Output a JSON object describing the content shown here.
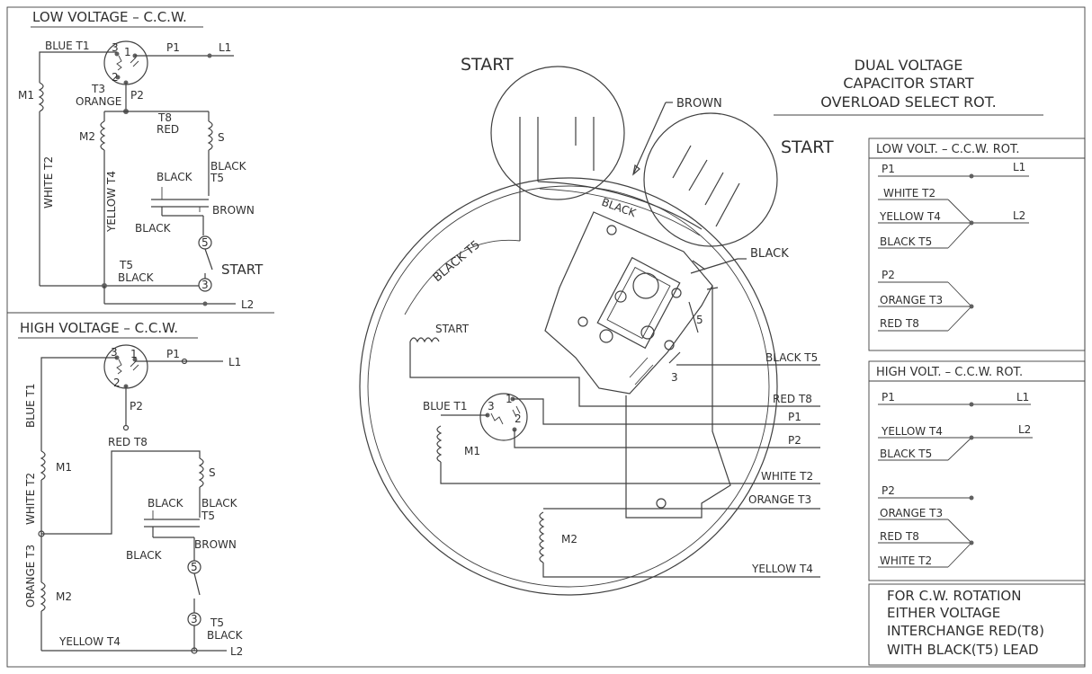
{
  "low_voltage": {
    "title": "LOW VOLTAGE – C.C.W.",
    "labels": {
      "blue_t1": "BLUE T1",
      "p1": "P1",
      "l1": "L1",
      "t3": "T3",
      "orange": "ORANGE",
      "p2": "P2",
      "m1": "M1",
      "m2": "M2",
      "t8": "T8",
      "red": "RED",
      "s": "S",
      "white_t2": "WHITE T2",
      "yellow_t4": "YELLOW T4",
      "black_top": "BLACK",
      "black_t5_a": "BLACK",
      "black_t5_b": "T5",
      "brown": "BROWN",
      "black_lead": "BLACK",
      "start": "START",
      "t5": "T5",
      "black_bottom": "BLACK",
      "l2": "L2",
      "n1": "1",
      "n2": "2",
      "n3": "3",
      "n5": "5",
      "n3b": "3"
    }
  },
  "high_voltage": {
    "title": "HIGH VOLTAGE – C.C.W.",
    "labels": {
      "p1": "P1",
      "l1": "L1",
      "blue_t1": "BLUE T1",
      "p2": "P2",
      "red_t8": "RED T8",
      "m1": "M1",
      "s": "S",
      "white_t2": "WHITE T2",
      "black_top": "BLACK",
      "black_r1": "BLACK",
      "black_r2": "T5",
      "brown": "BROWN",
      "orange_t3": "ORANGE T3",
      "black_lead": "BLACK",
      "m2": "M2",
      "t5": "T5",
      "black_bottom": "BLACK",
      "yellow_t4": "YELLOW T4",
      "l2": "L2",
      "n1": "1",
      "n2": "2",
      "n3": "3",
      "n5": "5",
      "n3b": "3"
    }
  },
  "center": {
    "start_top": "START",
    "start_right": "START",
    "brown": "BROWN",
    "black_arc": "BLACK",
    "black_right": "BLACK",
    "black_t5_arc": "BLACK T5",
    "start_winding": "START",
    "blue_t1": "BLUE T1",
    "m1": "M1",
    "m2": "M2",
    "n1": "1",
    "n2": "2",
    "n3": "3",
    "n3b": "3",
    "n5": "5",
    "leads": [
      "BLACK T5",
      "RED T8",
      "P1",
      "P2",
      "WHITE T2",
      "ORANGE T3",
      "YELLOW T4"
    ]
  },
  "title_block": {
    "line1": "DUAL VOLTAGE",
    "line2": "CAPACITOR START",
    "line3": "OVERLOAD SELECT ROT."
  },
  "low_table": {
    "title": "LOW VOLT. – C.C.W. ROT.",
    "p1": "P1",
    "l1": "L1",
    "white_t2": "WHITE T2",
    "yellow_t4": "YELLOW T4",
    "black_t5": "BLACK T5",
    "l2": "L2",
    "p2": "P2",
    "orange_t3": "ORANGE T3",
    "red_t8": "RED T8"
  },
  "high_table": {
    "title": "HIGH VOLT. – C.C.W. ROT.",
    "p1": "P1",
    "l1": "L1",
    "yellow_t4": "YELLOW T4",
    "black_t5": "BLACK T5",
    "l2": "L2",
    "p2": "P2",
    "orange_t3": "ORANGE T3",
    "red_t8": "RED T8",
    "white_t2": "WHITE T2"
  },
  "note": {
    "line1": "FOR C.W. ROTATION",
    "line2": "EITHER VOLTAGE",
    "line3": "INTERCHANGE RED(T8)",
    "line4": "WITH BLACK(T5) LEAD"
  }
}
